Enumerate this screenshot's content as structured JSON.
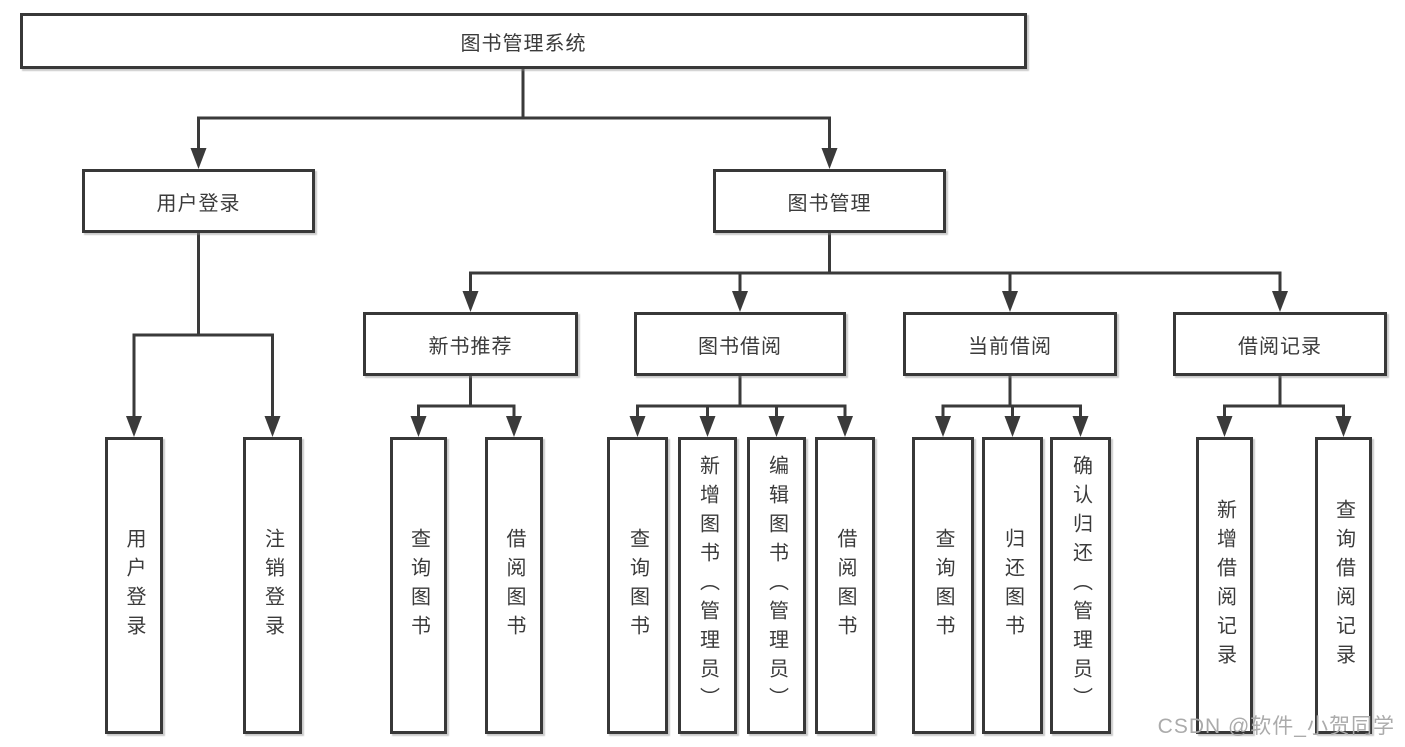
{
  "page": {
    "background_color": "#ffffff",
    "line_color": "#3a3a3a",
    "box_border_color": "#383838",
    "text_color": "#3b3b3b",
    "watermark_color": "#ababab"
  },
  "watermark": {
    "text": "CSDN @软件_小贺同学"
  },
  "tree": {
    "root": {
      "label": "图书管理系统"
    },
    "branches": [
      {
        "label": "用户登录",
        "children": [
          {
            "label": "用户登录"
          },
          {
            "label": "注销登录"
          }
        ]
      },
      {
        "label": "图书管理",
        "children": [
          {
            "label": "新书推荐",
            "children": [
              {
                "label": "查询图书"
              },
              {
                "label": "借阅图书"
              }
            ]
          },
          {
            "label": "图书借阅",
            "children": [
              {
                "label": "查询图书"
              },
              {
                "label": "新增图书（管理员）"
              },
              {
                "label": "编辑图书（管理员）"
              },
              {
                "label": "借阅图书"
              }
            ]
          },
          {
            "label": "当前借阅",
            "children": [
              {
                "label": "查询图书"
              },
              {
                "label": "归还图书"
              },
              {
                "label": "确认归还（管理员）"
              }
            ]
          },
          {
            "label": "借阅记录",
            "children": [
              {
                "label": "新增借阅记录"
              },
              {
                "label": "查询借阅记录"
              }
            ]
          }
        ]
      }
    ]
  }
}
